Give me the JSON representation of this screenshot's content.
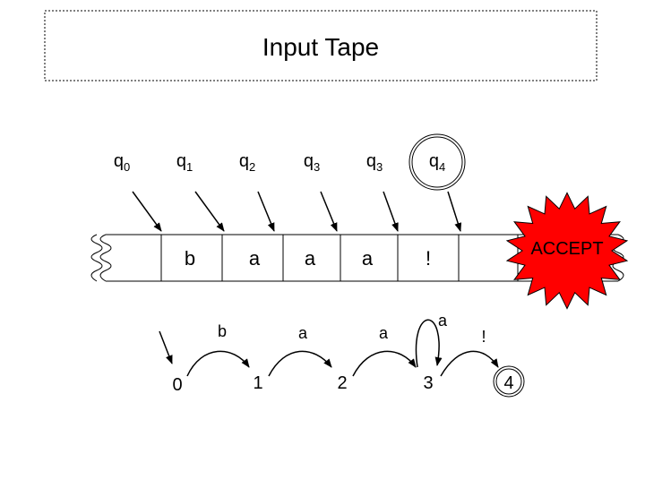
{
  "title": "Input Tape",
  "state_markers": [
    {
      "label": "q",
      "sub": "0"
    },
    {
      "label": "q",
      "sub": "1"
    },
    {
      "label": "q",
      "sub": "2"
    },
    {
      "label": "q",
      "sub": "3"
    },
    {
      "label": "q",
      "sub": "3"
    },
    {
      "label": "q",
      "sub": "4"
    }
  ],
  "tape_cells": [
    "b",
    "a",
    "a",
    "a",
    "!"
  ],
  "accept_label": "ACCEPT",
  "automaton": {
    "states": [
      "0",
      "1",
      "2",
      "3",
      "4"
    ],
    "final_state": "4",
    "transitions": [
      {
        "from": "0",
        "to": "1",
        "symbol": "b"
      },
      {
        "from": "1",
        "to": "2",
        "symbol": "a"
      },
      {
        "from": "2",
        "to": "3",
        "symbol": "a"
      },
      {
        "from": "3",
        "to": "3",
        "symbol": "a"
      },
      {
        "from": "3",
        "to": "4",
        "symbol": "!"
      }
    ]
  },
  "colors": {
    "accept_fill": "#ff0000",
    "ink": "#000000"
  }
}
